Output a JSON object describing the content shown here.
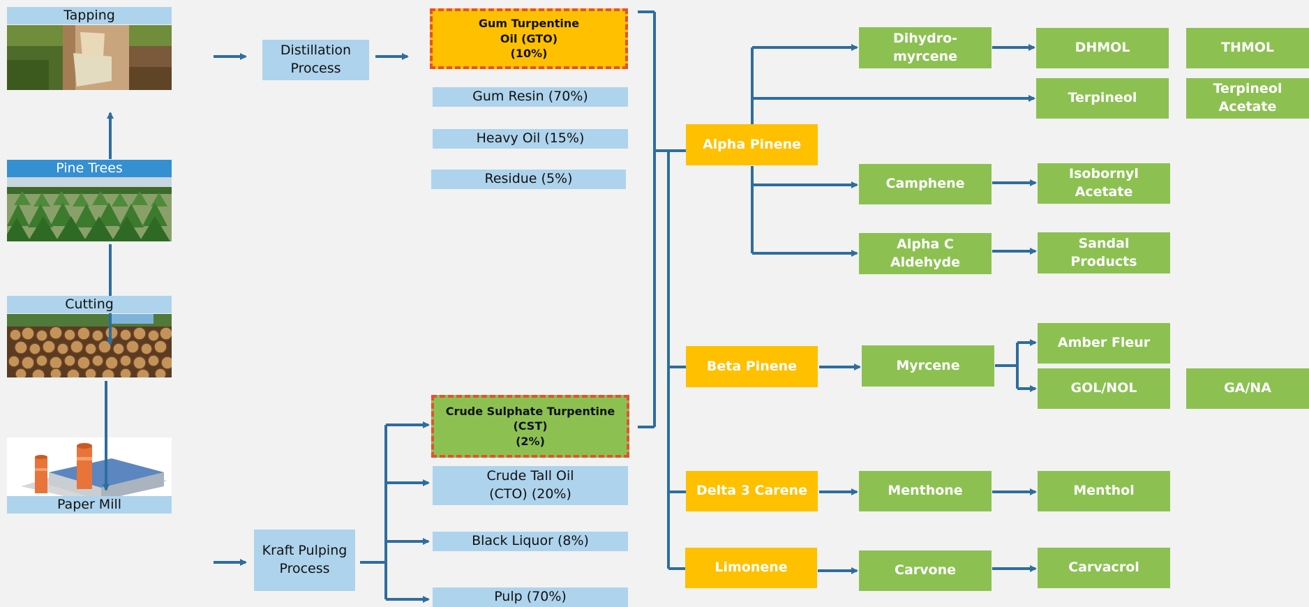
{
  "nodes": {
    "tapping": "Tapping",
    "pine_trees": "Pine Trees",
    "cutting": "Cutting",
    "paper_mill": "Paper Mill",
    "distillation": "Distillation\nProcess",
    "kraft": "Kraft Pulping\nProcess",
    "gto": "Gum Turpentine\nOil (GTO)\n(10%)",
    "gum_resin": "Gum Resin (70%)",
    "heavy_oil": "Heavy Oil (15%)",
    "residue": "Residue (5%)",
    "cst": "Crude Sulphate  Turpentine\n(CST)\n(2%)",
    "cto": "Crude Tall Oil\n(CTO) (20%)",
    "black_liquor": "Black Liquor (8%)",
    "pulp": "Pulp (70%)",
    "alpha_pinene": "Alpha Pinene",
    "beta_pinene": "Beta Pinene",
    "delta_carene": "Delta 3 Carene",
    "limonene": "Limonene",
    "dihydromyrcene": "Dihydro-\nmyrcene",
    "camphene": "Camphene",
    "alpha_c_aldehyde": "Alpha C\nAldehyde",
    "myrcene": "Myrcene",
    "menthone": "Menthone",
    "carvone": "Carvone",
    "dhmol": "DHMOL",
    "terpineol": "Terpineol",
    "isobornyl_acetate": "Isobornyl\nAcetate",
    "sandal_products": "Sandal\nProducts",
    "amber_fleur": "Amber Fleur",
    "gol_nol": "GOL/NOL",
    "menthol": "Menthol",
    "carvacrol": "Carvacrol",
    "thmol": "THMOL",
    "terpineol_acetate": "Terpineol\nAcetate",
    "ga_na": "GA/NA"
  },
  "colors": {
    "arrow": "#2e6d9e",
    "light_blue": "#aed3ec",
    "blue": "#3590d2",
    "green": "#8cc152",
    "yellow": "#ffc000",
    "highlight_border": "#e8502e"
  }
}
